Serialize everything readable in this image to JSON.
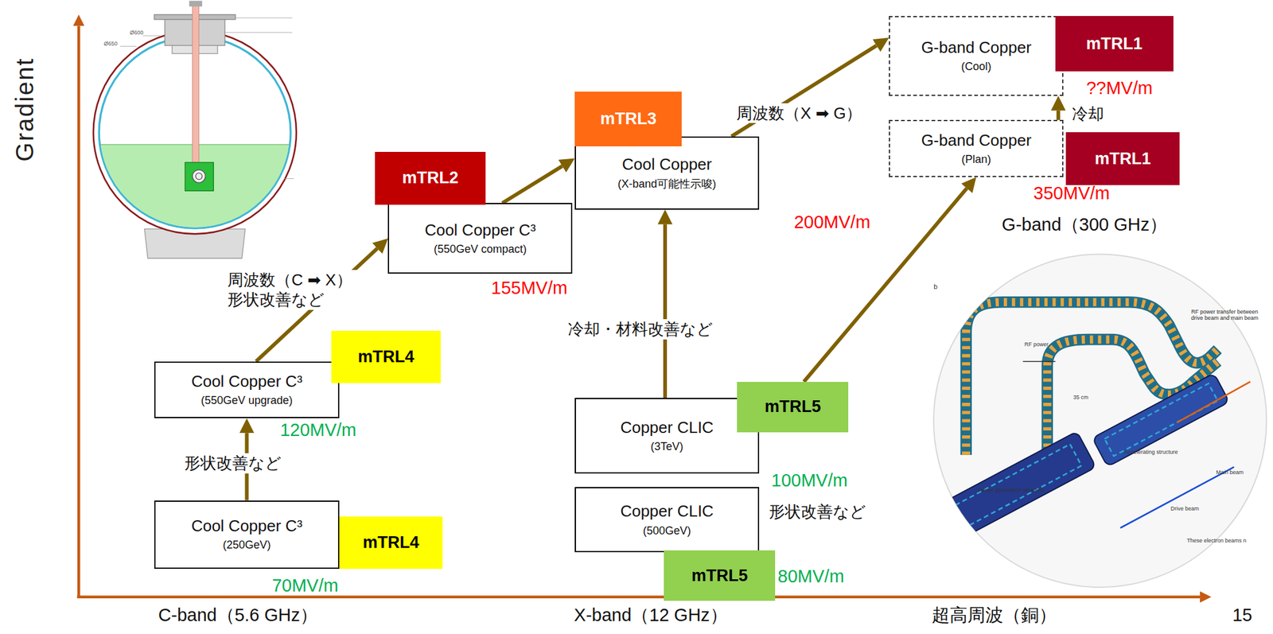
{
  "diagram": {
    "nodes": [
      {
        "text": [
          "Cool Copper C³",
          "(250GeV)"
        ]
      },
      {
        "text": [
          "mTRL4"
        ]
      },
      {
        "text": [
          "Cool Copper C³",
          "(550GeV upgrade)"
        ]
      },
      {
        "text": [
          "mTRL4"
        ]
      },
      {
        "text": [
          "Cool Copper C³",
          "(550GeV compact)"
        ]
      },
      {
        "text": [
          "mTRL2"
        ]
      },
      {
        "text": [
          "Cool Copper",
          "(X-band可能性示唆)"
        ]
      },
      {
        "text": [
          "mTRL3"
        ]
      },
      {
        "text": [
          "Copper CLIC",
          "(3TeV)"
        ]
      },
      {
        "text": [
          "mTRL5"
        ]
      },
      {
        "text": [
          "Copper CLIC",
          "(500GeV)"
        ]
      },
      {
        "text": [
          "mTRL5"
        ]
      },
      {
        "text": [
          "G-band Copper",
          "(Cool)"
        ]
      },
      {
        "text": [
          "mTRL1"
        ]
      },
      {
        "text": [
          "G-band Copper",
          "(Plan)"
        ]
      },
      {
        "text": [
          "mTRL1"
        ]
      }
    ],
    "edges": [
      {
        "from": 0,
        "to": 2,
        "label": "形状改善など",
        "arrow": "to"
      },
      {
        "from": 2,
        "to": 4,
        "label": "周波数（C ➡ X） 形状改善など",
        "arrow": "to"
      },
      {
        "from": 4,
        "to": 6,
        "arrow": "to"
      },
      {
        "from": 10,
        "to": 8,
        "label": "形状改善など",
        "arrow": "to"
      },
      {
        "from": 8,
        "to": 6,
        "label": "冷却・材料改善など",
        "arrow": "to"
      },
      {
        "from": 6,
        "to": 12,
        "label": "周波数（X ➡ G）",
        "arrow": "to"
      },
      {
        "from": 9,
        "to": 14,
        "arrow": "to"
      },
      {
        "from": 14,
        "to": 12,
        "label": "冷却",
        "arrow": "to"
      }
    ],
    "labels": [
      "Gradient",
      "Ø600",
      "Ø650",
      "??MV/m",
      "350MV/m",
      "200MV/m",
      "G-band（300 GHz）",
      "155MV/m",
      "b",
      "RF power transfer between drive beam and main beam",
      "RF power",
      "35 cm",
      "Accelerating structure",
      "120MV/m",
      "Main beam",
      "100MV/m",
      "Power generation structure",
      "Drive beam",
      "These electron beams n",
      "80MV/m",
      "70MV/m",
      "C-band（5.6 GHz）",
      "X-band（12 GHz）",
      "超高周波（銅）",
      "15"
    ]
  }
}
